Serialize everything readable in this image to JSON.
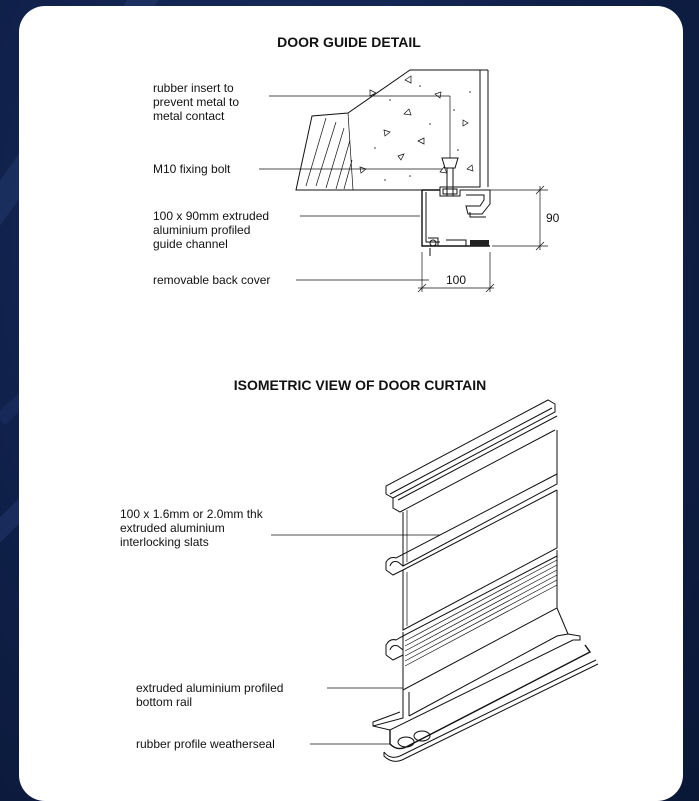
{
  "guide_detail": {
    "title": "DOOR GUIDE DETAIL",
    "callout_rubber": [
      "rubber insert to",
      "prevent metal to",
      "metal contact"
    ],
    "callout_bolt": "M10 fixing bolt",
    "callout_channel": [
      "100 x 90mm extruded",
      "aluminium profiled",
      "guide channel"
    ],
    "callout_cover": "removable back cover",
    "dim_height": "90",
    "dim_width": "100"
  },
  "curtain_view": {
    "title": "ISOMETRIC VIEW OF DOOR CURTAIN",
    "callout_slats": [
      "100 x 1.6mm or 2.0mm thk",
      "extruded aluminium",
      "interlocking slats"
    ],
    "callout_rail": [
      "extruded aluminium profiled",
      "bottom rail"
    ],
    "callout_seal": "rubber profile weatherseal"
  },
  "colors": {
    "background": "#0f2049",
    "card": "#ffffff",
    "ink": "#111111"
  }
}
